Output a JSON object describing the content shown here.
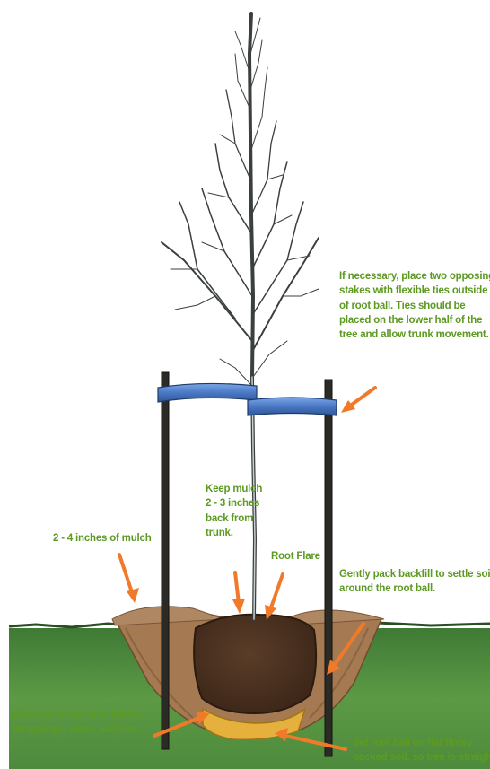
{
  "labels": {
    "stakes": [
      "If necessary, place two opposing",
      "stakes with flexible ties outside",
      "of root ball. Ties should be",
      "placed on the lower half of the",
      "tree and allow trunk movement."
    ],
    "mulch_depth": "2 - 4 inches of mulch",
    "mulch_back": [
      "Keep mulch",
      "2 - 3 inches",
      "back from",
      "trunk."
    ],
    "root_flare": "Root Flare",
    "backfill": [
      "Gently pack backfill to settle soil",
      "around the root ball."
    ],
    "remove": [
      "Remove containers, labels,",
      "wrappings, wires, and ties."
    ],
    "set_root": [
      "Set root ball on flat firmly",
      "packed soil, so tree is straight"
    ]
  },
  "colors": {
    "label_text": "#5d9a22",
    "arrow": "#f07a2a",
    "tie": "#4a78c4",
    "grass": "#4c8a3c",
    "soil": "#4a2f1e",
    "mulch": "#b7926a"
  }
}
